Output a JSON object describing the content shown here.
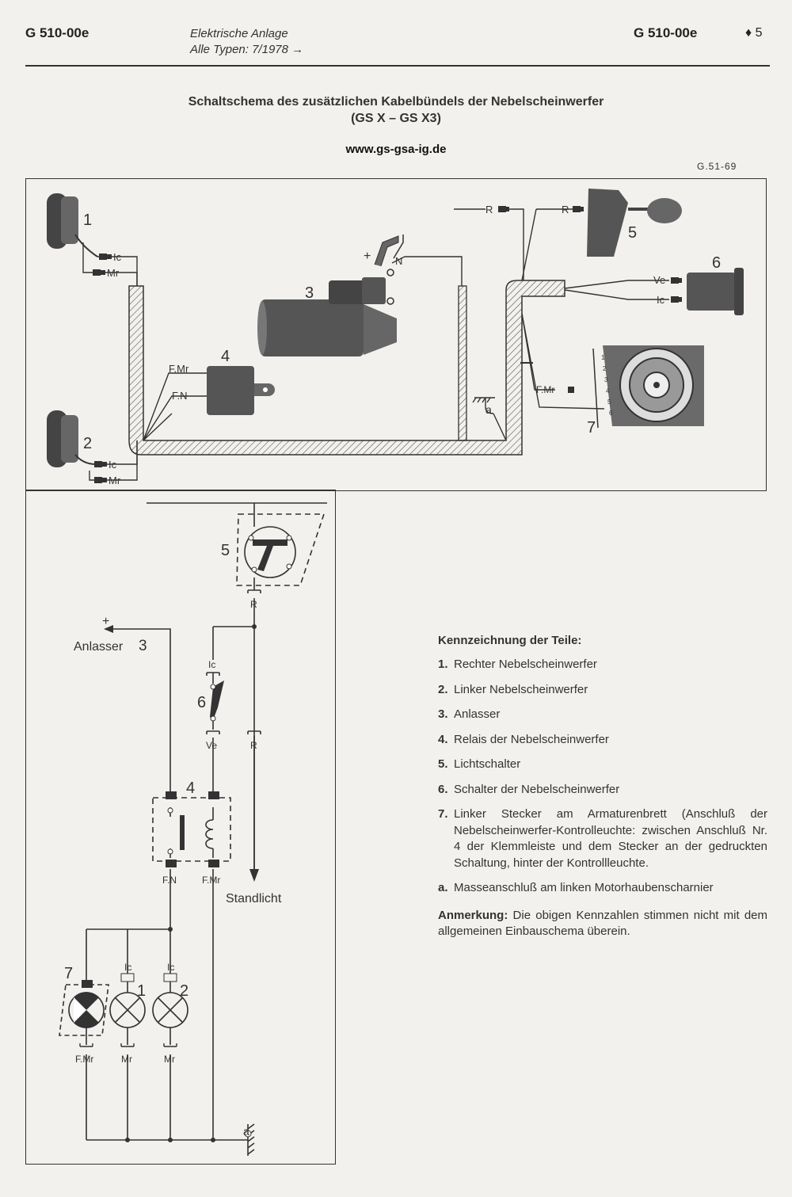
{
  "header": {
    "code_left": "G 510-00e",
    "section_line1": "Elektrische Anlage",
    "section_line2": "Alle Typen: 7/1978 →",
    "code_right": "G 510-00e",
    "page": "♦ 5"
  },
  "title": {
    "line1": "Schaltschema des zusätzlichen Kabelbündels der Nebelscheinwerfer",
    "line2": "(GS X – GS X3)",
    "url": "www.gs-gsa-ig.de",
    "drawing_ref": "G.51-69"
  },
  "top_diagram": {
    "labels": {
      "n1": "1",
      "n2": "2",
      "n3": "3",
      "n4": "4",
      "n5": "5",
      "n6": "6",
      "n7": "7",
      "na": "a",
      "plus": "+",
      "N": "N",
      "Ic_1": "Ic",
      "Mr_1": "Mr",
      "Ic_2": "Ic",
      "Mr_2": "Mr",
      "R_1": "R",
      "R_2": "R",
      "Ve": "Ve",
      "Ic_6": "Ic",
      "FMr_4": "F.Mr",
      "FN_4": "F.N",
      "FMr_7": "F.Mr",
      "clip": [
        "1",
        "2",
        "3",
        "4",
        "5",
        "6"
      ]
    }
  },
  "schematic": {
    "labels": {
      "n5": "5",
      "R_top": "R",
      "plus": "+",
      "anlasser": "Anlasser",
      "n3": "3",
      "Ic_6": "Ic",
      "n6": "6",
      "Ve": "Ve",
      "R_mid": "R",
      "n4": "4",
      "FN": "F.N",
      "FMr_4": "F.Mr",
      "standlicht": "Standlicht",
      "n7": "7",
      "Ic_1": "Ic",
      "n1": "1",
      "Ic_2": "Ic",
      "n2": "2",
      "FMr_7": "F.Mr",
      "Mr_1": "Mr",
      "Mr_2": "Mr",
      "na": "a"
    }
  },
  "legend": {
    "title": "Kennzeichnung der Teile:",
    "items": [
      {
        "num": "1.",
        "text": "Rechter Nebelscheinwerfer"
      },
      {
        "num": "2.",
        "text": "Linker Nebelscheinwerfer"
      },
      {
        "num": "3.",
        "text": "Anlasser"
      },
      {
        "num": "4.",
        "text": "Relais der Nebelscheinwerfer"
      },
      {
        "num": "5.",
        "text": "Lichtschalter"
      },
      {
        "num": "6.",
        "text": "Schalter der Nebelscheinwerfer"
      },
      {
        "num": "7.",
        "text": "Linker Stecker am Armaturenbrett (Anschluß der Nebelscheinwerfer-Kontrolleuchte: zwischen Anschluß Nr. 4 der Klemmleiste und dem Stecker an der gedruckten Schaltung, hinter der Kontrollleuchte."
      },
      {
        "num": "a.",
        "text": "Masseanschluß am linken Motorhaubenscharnier"
      }
    ],
    "note_label": "Anmerkung:",
    "note_text": "Die obigen Kennzahlen stimmen nicht mit dem allgemeinen Einbauschema überein."
  }
}
